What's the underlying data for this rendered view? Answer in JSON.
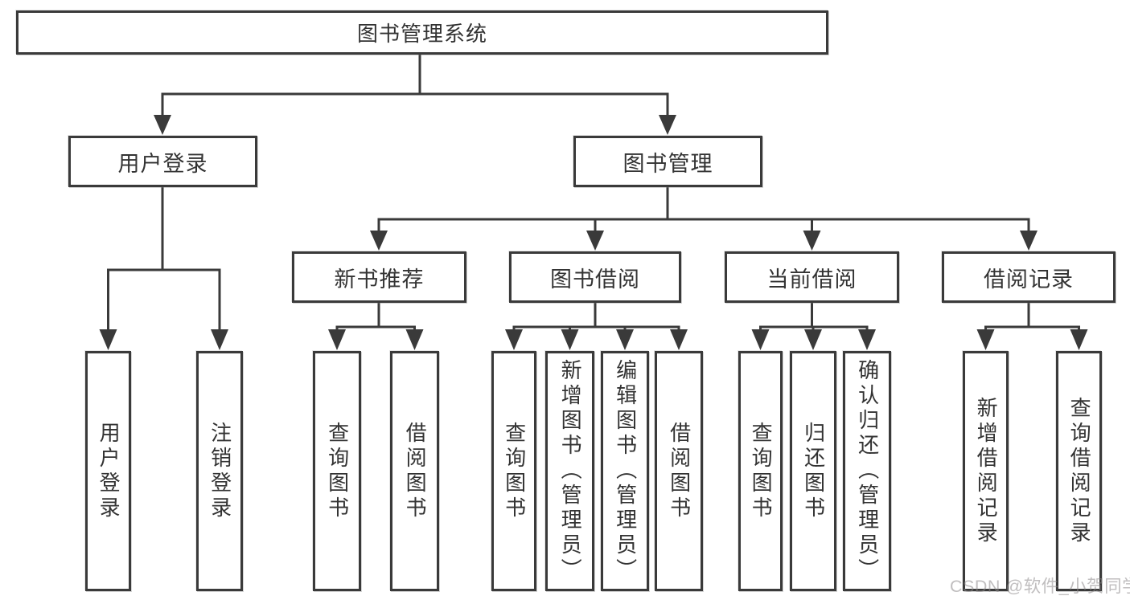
{
  "diagram": {
    "title": "图书管理系统",
    "level2": [
      {
        "label": "用户登录"
      },
      {
        "label": "图书管理"
      }
    ],
    "level3": [
      {
        "label": "新书推荐"
      },
      {
        "label": "图书借阅"
      },
      {
        "label": "当前借阅"
      },
      {
        "label": "借阅记录"
      }
    ],
    "leaves": {
      "user": [
        "用户登录",
        "注销登录"
      ],
      "recommend": [
        "查询图书",
        "借阅图书"
      ],
      "borrow": [
        "查询图书",
        "新增图书（管理员）",
        "编辑图书（管理员）",
        "借阅图书"
      ],
      "current": [
        "查询图书",
        "归还图书",
        "确认归还（管理员）"
      ],
      "records": [
        "新增借阅记录",
        "查询借阅记录"
      ]
    },
    "colors": {
      "line": "#3a3a3a",
      "box_border": "#3a3a3a",
      "box_background": "#ffffff",
      "text": "#333333",
      "watermark": "#8e8a8b",
      "page_background": "#ffffff"
    }
  },
  "watermark": {
    "text": "CSDN @软件_小贺同学"
  }
}
